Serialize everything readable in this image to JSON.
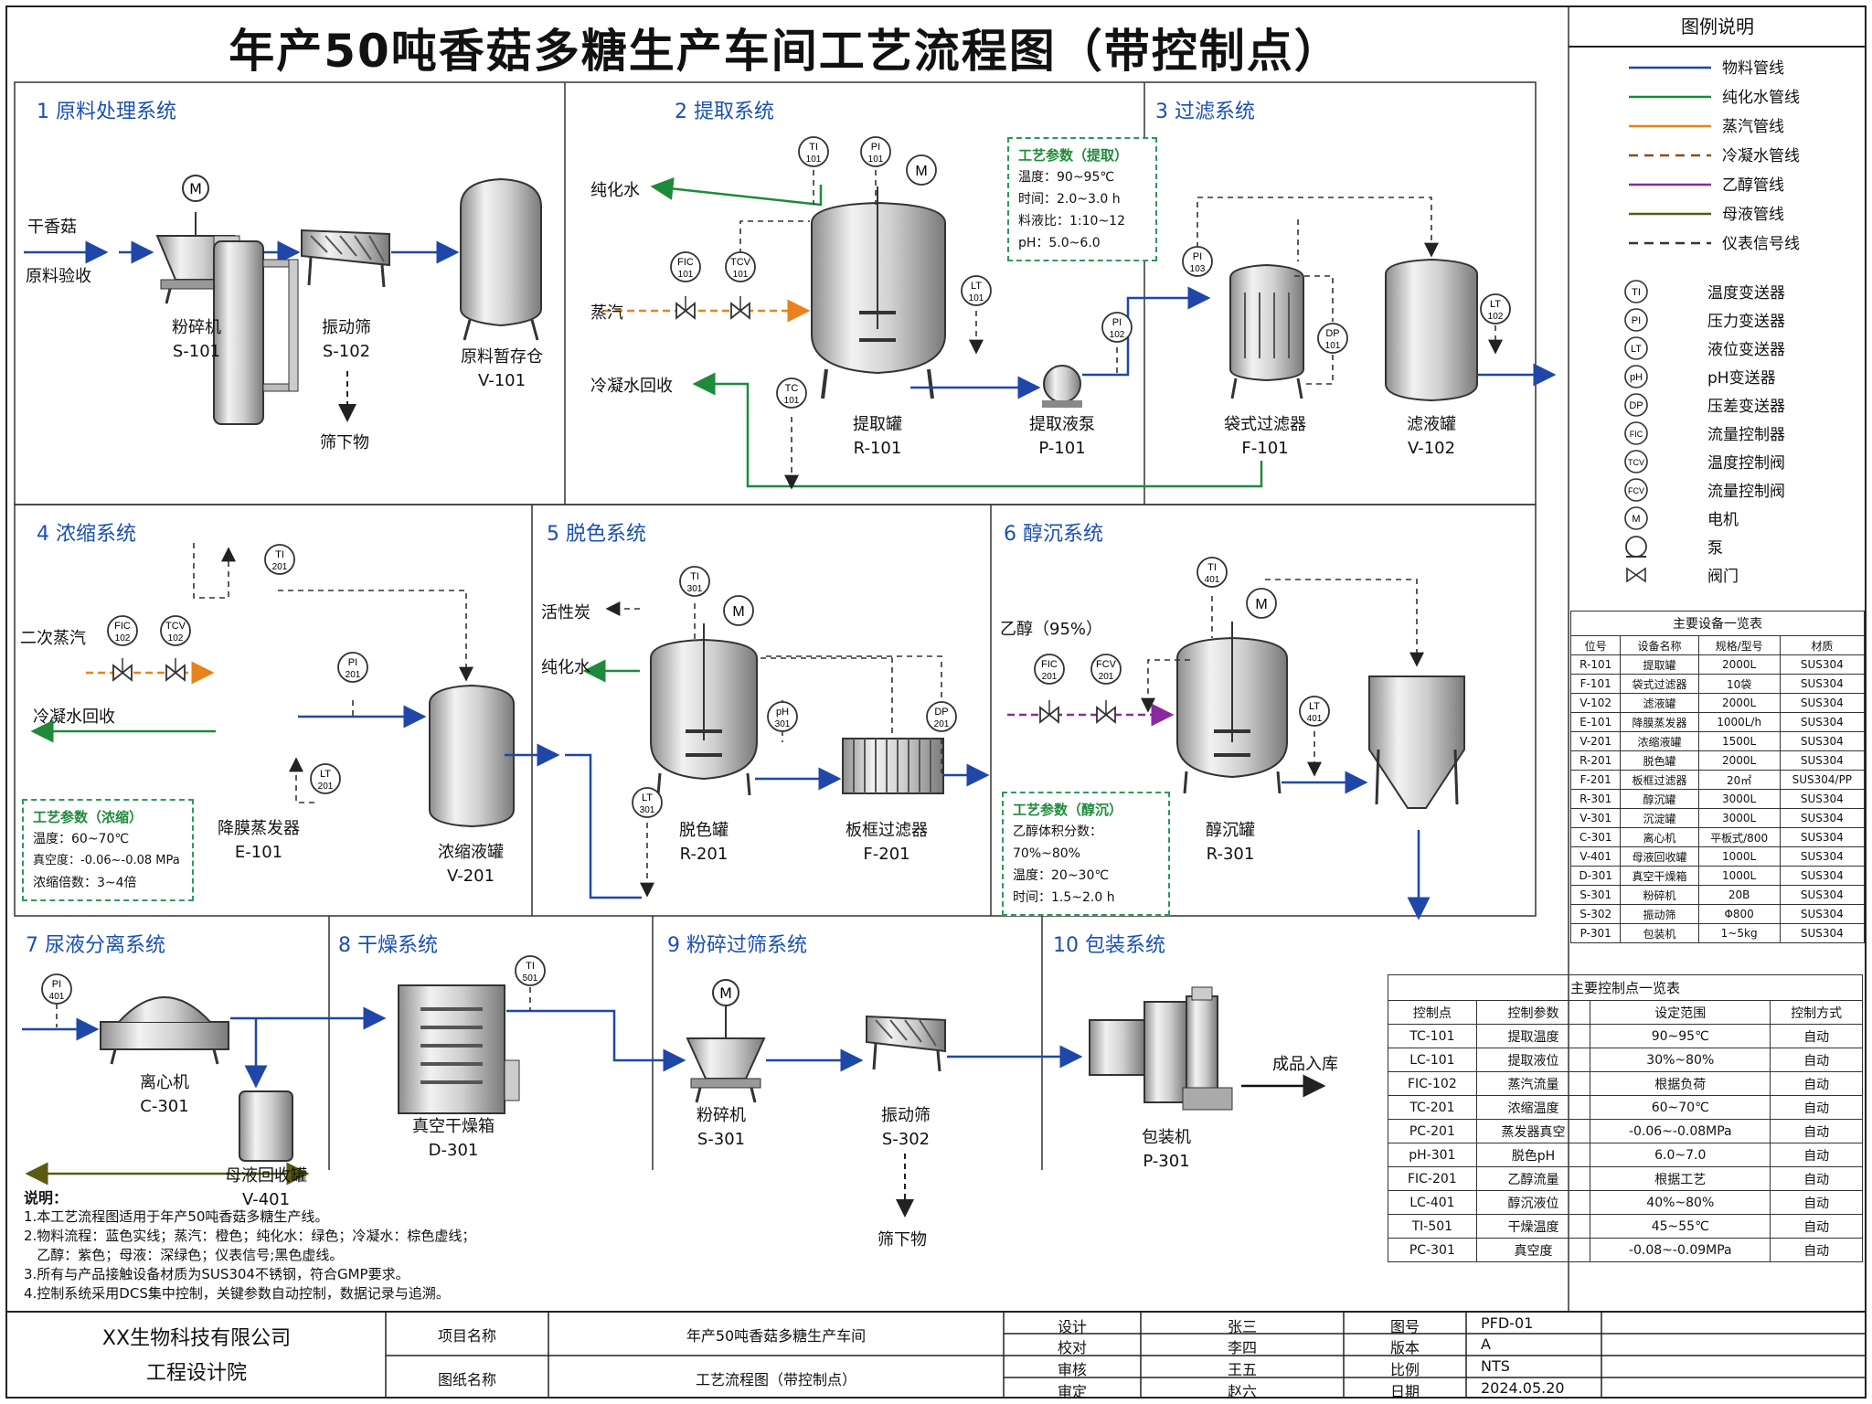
{
  "title": "年产50吨香菇多糖生产车间工艺流程图（带控制点）",
  "sections": [
    "1  原料处理系统",
    "2  提取系统",
    "3  过滤系统",
    "4  浓缩系统",
    "5  脱色系统",
    "6  醇沉系统",
    "7  尿液分离系统",
    "8  干燥系统",
    "9  粉碎过筛系统",
    "10  包装系统"
  ],
  "equipment_labels": {
    "s101": [
      "粉碎机",
      "S-101"
    ],
    "s102": [
      "振动筛",
      "S-102"
    ],
    "v101": [
      "原料暂存仓",
      "V-101"
    ],
    "r101": [
      "提取罐",
      "R-101"
    ],
    "p101": [
      "提取液泵",
      "P-101"
    ],
    "f101": [
      "袋式过滤器",
      "F-101"
    ],
    "v102": [
      "滤液罐",
      "V-102"
    ],
    "e101": [
      "降膜蒸发器",
      "E-101"
    ],
    "v201": [
      "浓缩液罐",
      "V-201"
    ],
    "r201": [
      "脱色罐",
      "R-201"
    ],
    "f201": [
      "板框过滤器",
      "F-201"
    ],
    "r301": [
      "醇沉罐",
      "R-301"
    ],
    "c301": [
      "离心机",
      "C-301"
    ],
    "v401": [
      "母液回收罐",
      "V-401"
    ],
    "d301": [
      "真空干燥箱",
      "D-301"
    ],
    "s301": [
      "粉碎机",
      "S-301"
    ],
    "s302": [
      "振动筛",
      "S-302"
    ],
    "p301": [
      "包装机",
      "P-301"
    ]
  },
  "stream_labels": {
    "dry_mushroom": "干香菇",
    "raw_check": "原料验收",
    "screen_under_1": "筛下物",
    "pure_water_1": "纯化水",
    "steam_1": "蒸汽",
    "condensate_1": "冷凝水回收",
    "secondary_steam": "二次蒸汽",
    "condensate_2": "冷凝水回收",
    "carbon": "活性炭",
    "pure_water_2": "纯化水",
    "ethanol": "乙醇（95%）",
    "screen_under_2": "筛下物",
    "product": "成品入库"
  },
  "param_boxes": {
    "extract": {
      "title": "工艺参数（提取）",
      "lines": [
        "温度：90~95℃",
        "时间：2.0~3.0 h",
        "料液比：1:10~12",
        "pH：5.0~6.0"
      ]
    },
    "concentrate": {
      "title": "工艺参数（浓缩）",
      "lines": [
        "温度：60~70℃",
        "真空度：-0.06~-0.08 MPa",
        "浓缩倍数：3~4倍"
      ]
    },
    "precip": {
      "title": "工艺参数（醇沉）",
      "lines": [
        "乙醇体积分数：70%~80%",
        "温度：20~30℃",
        "时间：1.5~2.0 h"
      ]
    }
  },
  "legend": {
    "title": "图例说明",
    "lines": [
      {
        "label": "物料管线",
        "color": "#1f47a8",
        "dash": false
      },
      {
        "label": "纯化水管线",
        "color": "#1e8a3a",
        "dash": false
      },
      {
        "label": "蒸汽管线",
        "color": "#e8821e",
        "dash": false
      },
      {
        "label": "冷凝水管线",
        "color": "#8a4a1e",
        "dash": true
      },
      {
        "label": "乙醇管线",
        "color": "#8a2aa0",
        "dash": false
      },
      {
        "label": "母液管线",
        "color": "#5a5a10",
        "dash": false
      },
      {
        "label": "仪表信号线",
        "color": "#333333",
        "dash": true
      }
    ],
    "symbols": [
      {
        "code": "TI",
        "label": "温度变送器"
      },
      {
        "code": "PI",
        "label": "压力变送器"
      },
      {
        "code": "LT",
        "label": "液位变送器"
      },
      {
        "code": "pH",
        "label": "pH变送器"
      },
      {
        "code": "DP",
        "label": "压差变送器"
      },
      {
        "code": "FIC",
        "label": "流量控制器"
      },
      {
        "code": "TCV",
        "label": "温度控制阀"
      },
      {
        "code": "FCV",
        "label": "流量控制阀"
      },
      {
        "code": "M",
        "label": "电机"
      },
      {
        "code": "pump",
        "label": "泵"
      },
      {
        "code": "valve",
        "label": "阀门"
      }
    ]
  },
  "equipment_table": {
    "caption": "主要设备一览表",
    "headers": [
      "位号",
      "设备名称",
      "规格/型号",
      "材质"
    ],
    "rows": [
      [
        "R-101",
        "提取罐",
        "2000L",
        "SUS304"
      ],
      [
        "F-101",
        "袋式过滤器",
        "10袋",
        "SUS304"
      ],
      [
        "V-102",
        "滤液罐",
        "2000L",
        "SUS304"
      ],
      [
        "E-101",
        "降膜蒸发器",
        "1000L/h",
        "SUS304"
      ],
      [
        "V-201",
        "浓缩液罐",
        "1500L",
        "SUS304"
      ],
      [
        "R-201",
        "脱色罐",
        "2000L",
        "SUS304"
      ],
      [
        "F-201",
        "板框过滤器",
        "20㎡",
        "SUS304/PP"
      ],
      [
        "R-301",
        "醇沉罐",
        "3000L",
        "SUS304"
      ],
      [
        "V-301",
        "沉淀罐",
        "3000L",
        "SUS304"
      ],
      [
        "C-301",
        "离心机",
        "平板式/800",
        "SUS304"
      ],
      [
        "V-401",
        "母液回收罐",
        "1000L",
        "SUS304"
      ],
      [
        "D-301",
        "真空干燥箱",
        "1000L",
        "SUS304"
      ],
      [
        "S-301",
        "粉碎机",
        "20B",
        "SUS304"
      ],
      [
        "S-302",
        "振动筛",
        "Φ800",
        "SUS304"
      ],
      [
        "P-301",
        "包装机",
        "1~5kg",
        "SUS304"
      ]
    ]
  },
  "control_table": {
    "caption": "主要控制点一览表",
    "headers": [
      "控制点",
      "控制参数",
      "设定范围",
      "控制方式"
    ],
    "rows": [
      [
        "TC-101",
        "提取温度",
        "90~95℃",
        "自动"
      ],
      [
        "LC-101",
        "提取液位",
        "30%~80%",
        "自动"
      ],
      [
        "FIC-102",
        "蒸汽流量",
        "根据负荷",
        "自动"
      ],
      [
        "TC-201",
        "浓缩温度",
        "60~70℃",
        "自动"
      ],
      [
        "PC-201",
        "蒸发器真空",
        "-0.06~-0.08MPa",
        "自动"
      ],
      [
        "pH-301",
        "脱色pH",
        "6.0~7.0",
        "自动"
      ],
      [
        "FIC-201",
        "乙醇流量",
        "根据工艺",
        "自动"
      ],
      [
        "LC-401",
        "醇沉液位",
        "40%~80%",
        "自动"
      ],
      [
        "TI-501",
        "干燥温度",
        "45~55℃",
        "自动"
      ],
      [
        "PC-301",
        "真空度",
        "-0.08~-0.09MPa",
        "自动"
      ]
    ]
  },
  "notes": {
    "title": "说明：",
    "lines": [
      "1.本工艺流程图适用于年产50吨香菇多糖生产线。",
      "2.物料流程：蓝色实线；蒸汽：橙色；纯化水：绿色；冷凝水：棕色虚线；",
      "   乙醇：紫色；母液：深绿色；仪表信号;黑色虚线。",
      "3.所有与产品接触设备材质为SUS304不锈钢，符合GMP要求。",
      "4.控制系统采用DCS集中控制，关键参数自动控制，数据记录与追溯。"
    ]
  },
  "title_block": {
    "company": "XX生物科技有限公司",
    "dept": "工程设计院",
    "project_label": "项目名称",
    "project": "年产50吨香菇多糖生产车间",
    "drawing_label": "图纸名称",
    "drawing": "工艺流程图（带控制点）",
    "design_label": "设计",
    "design": "张三",
    "check_label": "校对",
    "check": "李四",
    "review_label": "审核",
    "review": "王五",
    "approve_label": "审定",
    "approve": "赵六",
    "dwgno_label": "图号",
    "dwgno": "PFD-01",
    "rev_label": "版本",
    "rev": "A",
    "scale_label": "比例",
    "scale": "NTS",
    "date_label": "日期",
    "date": "2024.05.20"
  },
  "colors": {
    "material": "#1f47a8",
    "water": "#1e8a3a",
    "steam": "#e8821e",
    "condensate": "#8a4a1e",
    "ethanol": "#8a2aa0",
    "mother": "#5a5a10",
    "signal": "#333333",
    "section": "#1a4fb5"
  }
}
